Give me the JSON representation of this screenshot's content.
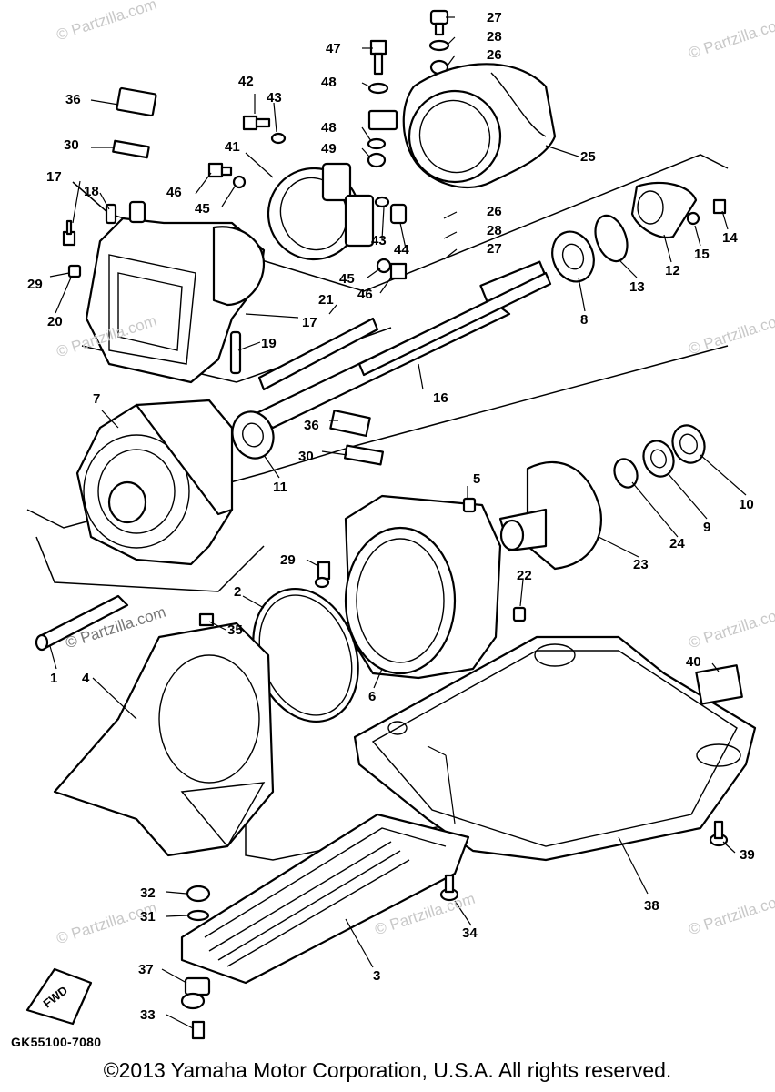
{
  "watermark": "© Partzilla.com",
  "diagram_code": "GK55100-7080",
  "fwd_label": "FWD",
  "copyright": "©2013 Yamaha Motor Corporation, U.S.A. All rights reserved.",
  "callouts": [
    "1",
    "2",
    "3",
    "4",
    "5",
    "6",
    "7",
    "8",
    "9",
    "10",
    "11",
    "12",
    "13",
    "14",
    "15",
    "16",
    "17",
    "17",
    "18",
    "19",
    "20",
    "21",
    "22",
    "23",
    "24",
    "25",
    "26",
    "26",
    "27",
    "27",
    "28",
    "28",
    "29",
    "29",
    "30",
    "30",
    "31",
    "32",
    "33",
    "34",
    "35",
    "36",
    "36",
    "37",
    "38",
    "39",
    "40",
    "41",
    "42",
    "43",
    "43",
    "44",
    "45",
    "45",
    "46",
    "46",
    "47",
    "48",
    "48",
    "49"
  ]
}
